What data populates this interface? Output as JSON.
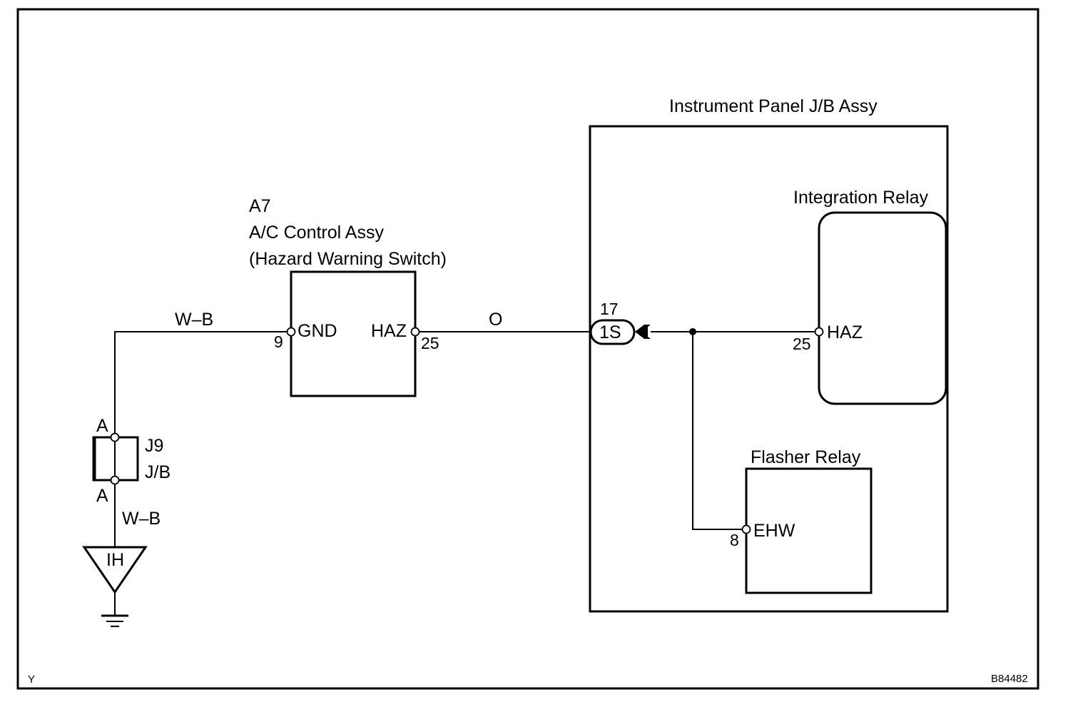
{
  "ac_control": {
    "code": "A7",
    "name": "A/C Control Assy",
    "subtitle": "(Hazard Warning Switch)",
    "pins": {
      "gnd_name": "GND",
      "gnd_num": "9",
      "haz_name": "HAZ",
      "haz_num": "25"
    }
  },
  "wires": {
    "left_top": "W–B",
    "left_bottom": "W–B",
    "middle": "O"
  },
  "junction": {
    "name": "J9",
    "type": "J/B",
    "top_pin": "A",
    "bottom_pin": "A"
  },
  "ground": {
    "label": "IH"
  },
  "jb_assy": {
    "title": "Instrument Panel J/B Assy",
    "connector": {
      "pin": "17",
      "label": "1S"
    },
    "integration_relay": {
      "title": "Integration Relay",
      "pin_name": "HAZ",
      "pin_num": "25"
    },
    "flasher_relay": {
      "title": "Flasher Relay",
      "pin_name": "EHW",
      "pin_num": "8"
    }
  },
  "footer": {
    "left": "Y",
    "right": "B84482"
  }
}
